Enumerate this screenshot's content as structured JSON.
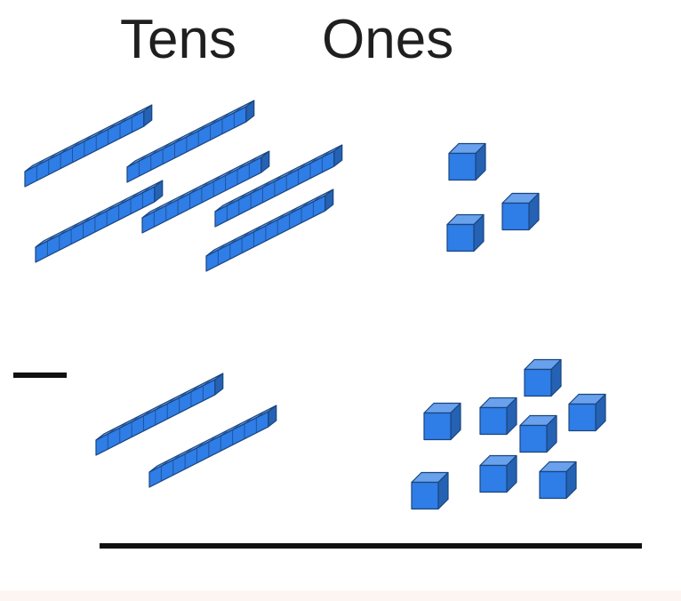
{
  "headers": {
    "tens": "Tens",
    "ones": "Ones"
  },
  "operator": "minus",
  "block_color": "#2f7de6",
  "minuend": {
    "tens": 6,
    "ones": 3
  },
  "subtrahend": {
    "tens": 2,
    "ones": 8
  }
}
